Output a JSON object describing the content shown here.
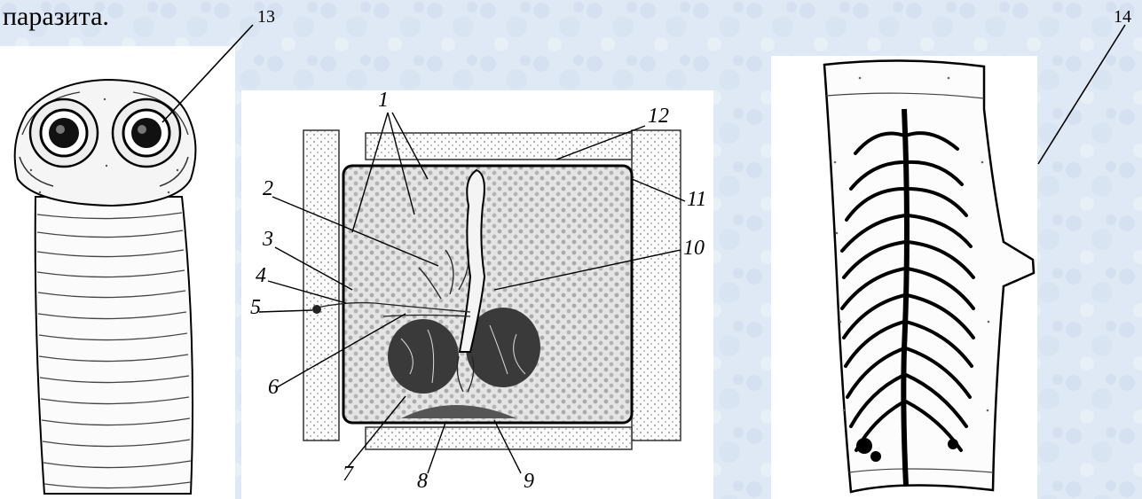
{
  "caption": "паразита.",
  "top_labels": {
    "scolex_label": "13",
    "gravid_label": "14"
  },
  "segment_labels": {
    "l1": "1",
    "l2": "2",
    "l3": "3",
    "l4": "4",
    "l5": "5",
    "l6": "6",
    "l7": "7",
    "l8": "8",
    "l9": "9",
    "l10": "10",
    "l11": "11",
    "l12": "12"
  },
  "colors": {
    "background": "#dfe9f5",
    "panel": "#ffffff",
    "ink": "#000000",
    "stipple": "#666666"
  }
}
